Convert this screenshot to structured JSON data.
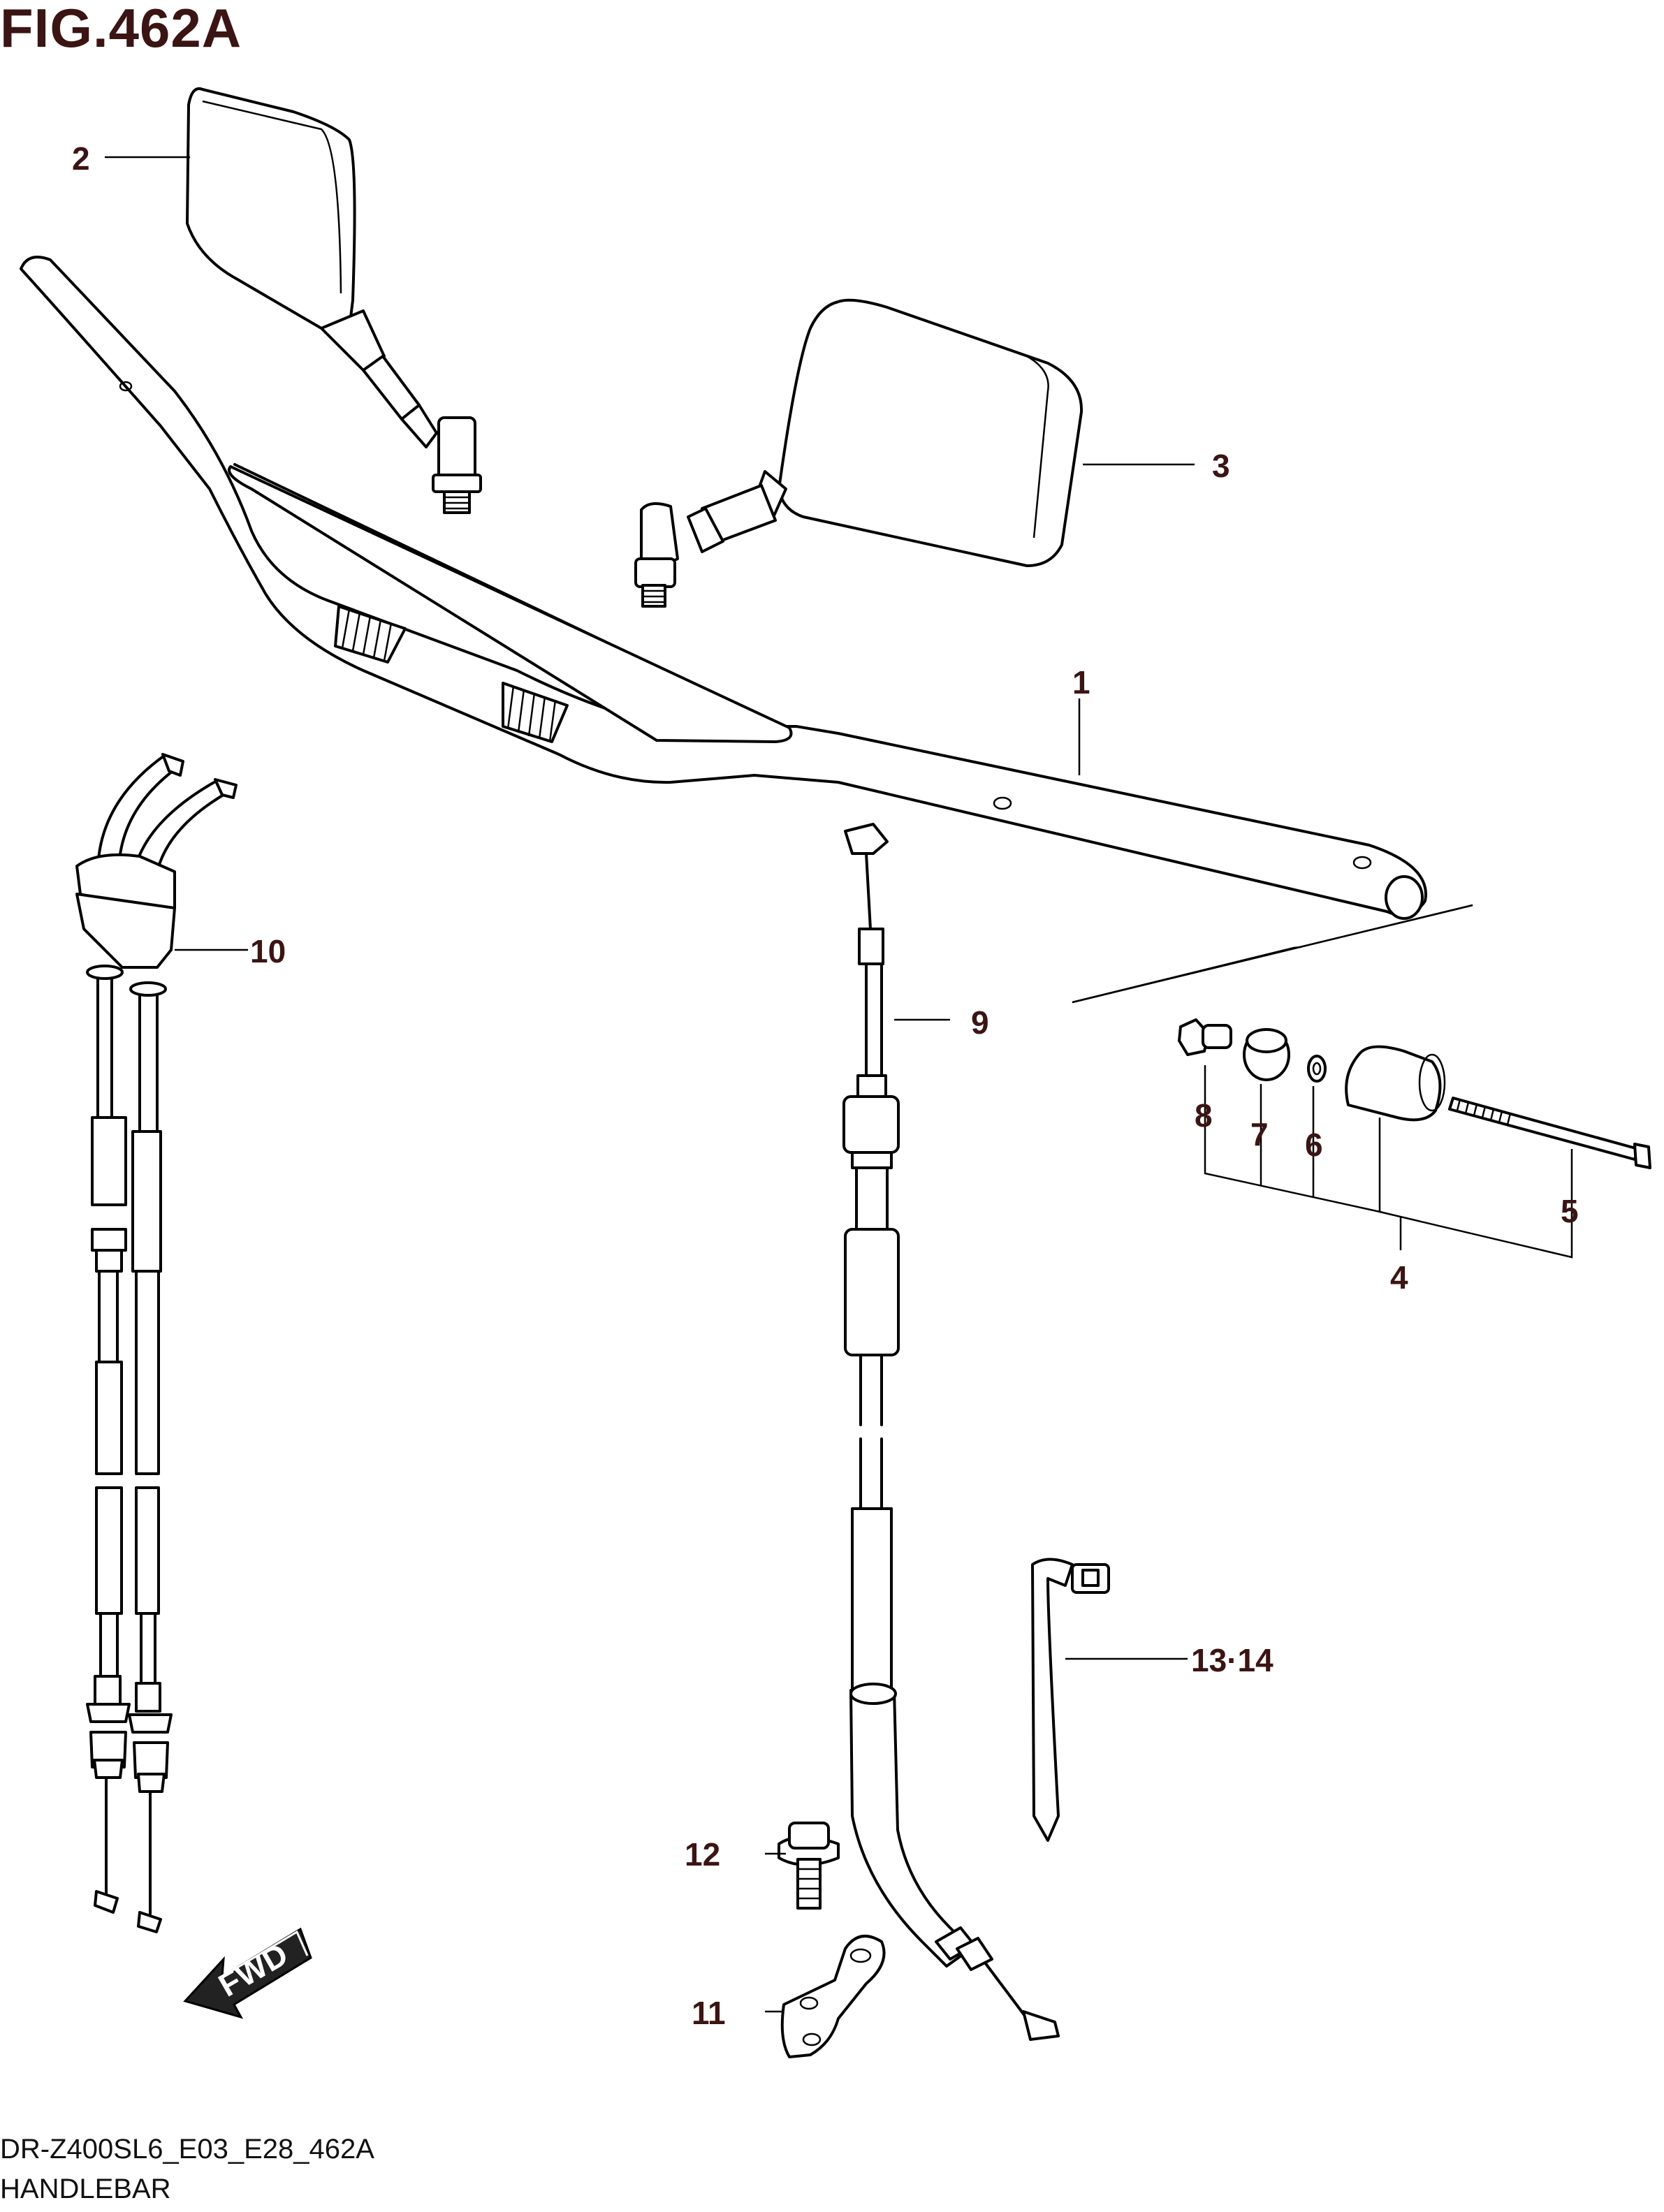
{
  "figure": {
    "title": "FIG.462A",
    "code": "DR-Z400SL6_E03_E28_462A",
    "name": "HANDLEBAR"
  },
  "callouts": [
    "1",
    "2",
    "3",
    "4",
    "5",
    "6",
    "7",
    "8",
    "9",
    "10",
    "11",
    "12",
    "13·14"
  ],
  "direction_badge": "FWD",
  "colors": {
    "title": "#3b1414",
    "line": "#000000",
    "badge": "#222222"
  }
}
